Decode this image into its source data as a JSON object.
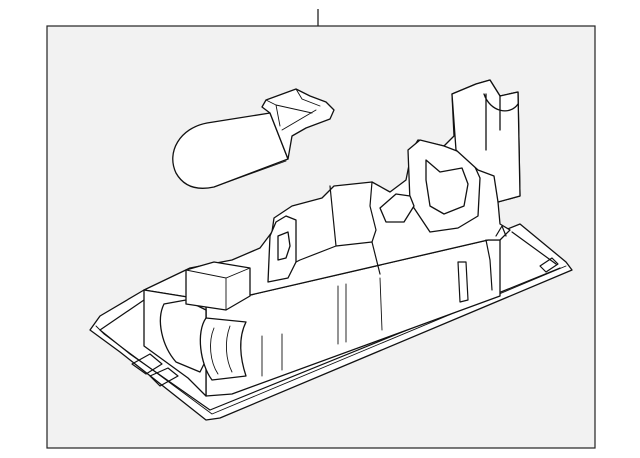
{
  "diagram": {
    "type": "parts-exploded-view",
    "background_color": "#ffffff",
    "panel_color": "#f2f2f2",
    "line_color": "#111111",
    "parts": [
      {
        "id": "bulb",
        "kind": "wedge-base-bulb"
      },
      {
        "id": "housing",
        "kind": "lamp-housing-assembly"
      }
    ],
    "callouts": [
      {
        "id": "leader-assembly",
        "label": ""
      }
    ]
  }
}
